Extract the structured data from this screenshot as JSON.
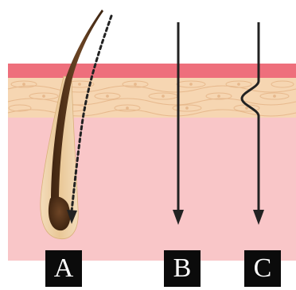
{
  "labels": {
    "a": "A",
    "b": "B",
    "c": "C"
  },
  "colors": {
    "background": "#ffffff",
    "epidermis": "#ee6f7c",
    "upper_dermis": "#f6d6b2",
    "lower_dermis": "#f9c6c8",
    "cell_outline": "#e7b98d",
    "hair": "#5a3a1e",
    "follicle": "#e8c49a",
    "arrow": "#222222",
    "label_box": "#0b0b0b",
    "label_text": "#ffffff"
  }
}
